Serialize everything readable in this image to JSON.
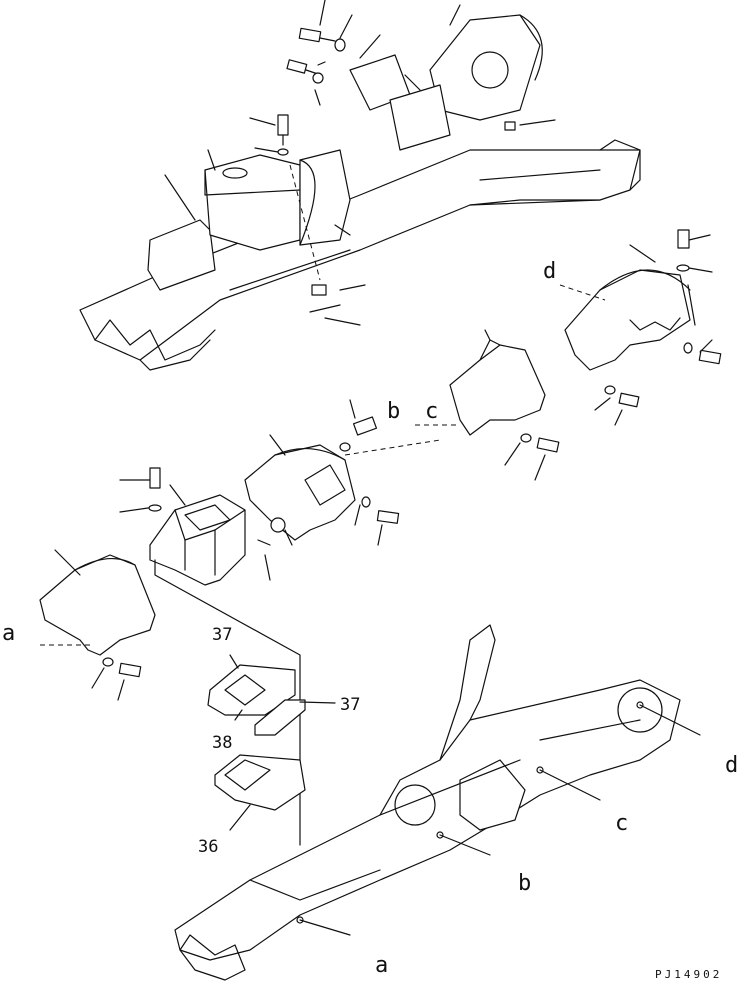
{
  "drawing": {
    "code": "PJ14902",
    "part_labels": [
      "37",
      "37",
      "38",
      "36"
    ],
    "ref_labels": [
      "a",
      "b",
      "c",
      "d",
      "a",
      "b",
      "c",
      "d"
    ]
  }
}
